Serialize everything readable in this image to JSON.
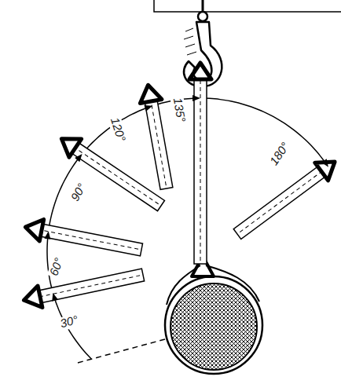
{
  "diagram": {
    "labels": [
      "30°",
      "60°",
      "90°",
      "120°",
      "135°",
      "180°"
    ]
  }
}
